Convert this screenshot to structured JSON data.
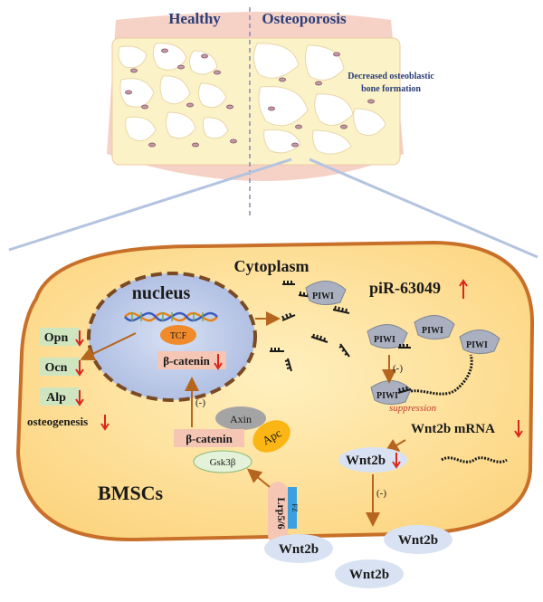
{
  "top_panel": {
    "healthy_label": "Healthy",
    "osteoporosis_label": "Osteoporosis",
    "decreased_line1": "Decreased osteoblastic",
    "decreased_line2": "bone formation"
  },
  "cell": {
    "cytoplasm_label": "Cytoplasm",
    "nucleus_label": "nucleus",
    "tcf_label": "TCF",
    "beta_catenin_nucleus": "β-catenin",
    "beta_catenin_cyto": "β-catenin",
    "axin_label": "Axin",
    "apc_label": "Apc",
    "gsk3b_label": "Gsk3β",
    "lrp_label": "Lrp5/6",
    "fz_label": "FZ",
    "bmsc_label": "BMSCs",
    "pirna_label": "piR-63049",
    "piwi_label": "PIWI",
    "suppression_label": "suppression",
    "wnt2b_mrna_label": "Wnt2b mRNA",
    "wnt2b_cell_label": "Wnt2b",
    "inhibit_label": "(-)",
    "markers": [
      "Opn",
      "Ocn",
      "Alp"
    ],
    "osteogenesis_label": "osteogenesis"
  },
  "extracellular": {
    "wnt2b_labels": [
      "Wnt2b",
      "Wnt2b",
      "Wnt2b"
    ]
  },
  "colors": {
    "arrow_brown": "#b5651d",
    "arrow_red": "#d9261c",
    "membrane": "#c8702a",
    "cytoplasm_fill": "#fcd98a",
    "nucleus_fill": "#b9c7e6",
    "piwi_fill": "#aab0bf",
    "wnt2b_fill": "#d9e2f2",
    "marker_fill": "#cfe5c0",
    "text_dark": "#1a1a1a",
    "title_blue": "#2b3f7a"
  }
}
